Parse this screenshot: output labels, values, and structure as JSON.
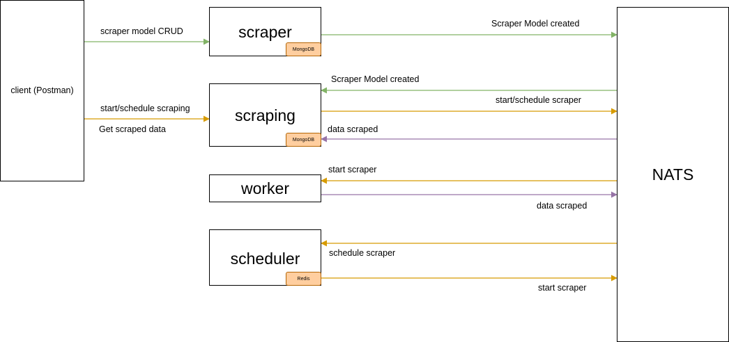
{
  "colors": {
    "green": "#82b366",
    "orange": "#d79b00",
    "purple": "#9673a6",
    "db_fill": "#ffce9f",
    "db_stroke": "#b46504"
  },
  "nodes": {
    "client": "client (Postman)",
    "scraper": "scraper",
    "scraper_db": "MongoDB",
    "scraping": "scraping",
    "scraping_db": "MongoDB",
    "worker": "worker",
    "scheduler": "scheduler",
    "scheduler_db": "Redis",
    "nats": "NATS"
  },
  "edges": [
    {
      "id": "e1",
      "label": "scraper model CRUD",
      "from": "client",
      "to": "scraper",
      "color": "green"
    },
    {
      "id": "e2",
      "label": "start/schedule scraping",
      "from": "client",
      "to": "scraping",
      "color": "orange"
    },
    {
      "id": "e3",
      "label": "Get scraped data",
      "from": "client",
      "to": "scraping",
      "color": "orange"
    },
    {
      "id": "e4",
      "label": "Scraper Model created",
      "from": "scraper",
      "to": "nats",
      "color": "green"
    },
    {
      "id": "e5",
      "label": "Scraper Model created",
      "from": "nats",
      "to": "scraping",
      "color": "green"
    },
    {
      "id": "e6",
      "label": "start/schedule scraper",
      "from": "scraping",
      "to": "nats",
      "color": "orange"
    },
    {
      "id": "e7",
      "label": "data scraped",
      "from": "nats",
      "to": "scraping",
      "color": "purple"
    },
    {
      "id": "e8",
      "label": "start scraper",
      "from": "nats",
      "to": "worker",
      "color": "orange"
    },
    {
      "id": "e9",
      "label": "data scraped",
      "from": "worker",
      "to": "nats",
      "color": "purple"
    },
    {
      "id": "e10",
      "label": "schedule scraper",
      "from": "nats",
      "to": "scheduler",
      "color": "orange"
    },
    {
      "id": "e11",
      "label": "start scraper",
      "from": "scheduler",
      "to": "nats",
      "color": "orange"
    }
  ]
}
